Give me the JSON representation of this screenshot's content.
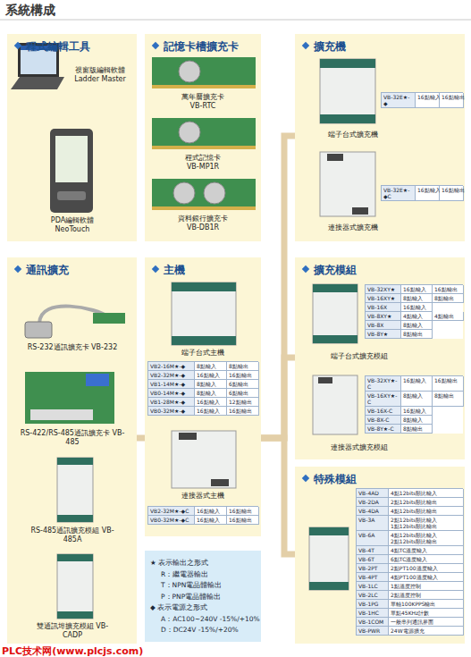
{
  "diagram": {
    "title": "系統構成",
    "nodes": [
      {
        "text": [
          "程式編輯工具"
        ]
      },
      {
        "text": [
          "視窗版編輯軟體 Ladder Master"
        ],
        "in": 0
      },
      {
        "text": [
          "PDA編輯軟體 NeoTouch"
        ],
        "in": 0
      },
      {
        "text": [
          "記憶卡槽擴充卡"
        ]
      },
      {
        "text": [
          "萬年曆擴充卡 VB-RTC"
        ],
        "in": 3
      },
      {
        "text": [
          "程式記憶卡 VB-MP1R"
        ],
        "in": 3
      },
      {
        "text": [
          "資料銀行擴充卡 VB-DB1R"
        ],
        "in": 3
      },
      {
        "text": [
          "擴充機"
        ]
      },
      {
        "text": [
          "端子台式擴充機"
        ],
        "in": 7
      },
      {
        "text": [
          "VB-32E★-◆",
          "16點輸入",
          "16點輸出"
        ],
        "in": 8
      },
      {
        "text": [
          "連接器式擴充機"
        ],
        "in": 7
      },
      {
        "text": [
          "VB-32E★-◆C",
          "16點輸入",
          "16點輸出"
        ],
        "in": 10
      },
      {
        "text": [
          "通訊擴充"
        ]
      },
      {
        "text": [
          "RS-232通訊擴充卡 VB-232"
        ],
        "in": 12
      },
      {
        "text": [
          "RS-422/RS-485通訊擴充卡 VB-485"
        ],
        "in": 12
      },
      {
        "text": [
          "RS-485通訊擴充模組 VB-485A"
        ],
        "in": 12
      },
      {
        "text": [
          "雙通訊埠擴充模組 VB-CADP"
        ],
        "in": 12
      },
      {
        "text": [
          "主機"
        ]
      },
      {
        "text": [
          "端子台式主機"
        ],
        "in": 17
      },
      {
        "text": [
          "VB2-16M★-◆",
          "8點輸入",
          "8點輸出",
          "VB2-32M★-◆",
          "16點輸入",
          "16點輸出",
          "VB1-14M★-◆",
          "8點輸入",
          "6點輸出",
          "VB0-14M★-◆",
          "8點輸入",
          "6點輸出",
          "VB1-28M★-◆",
          "16點輸入",
          "12點輸出",
          "VB0-32M★-◆",
          "16點輸入",
          "16點輸出"
        ],
        "in": 18
      },
      {
        "text": [
          "連接器式主機"
        ],
        "in": 17
      },
      {
        "text": [
          "VB2-32M★-◆C",
          "16點輸入",
          "16點輸出",
          "VB0-32M★-◆C",
          "16點輸入",
          "16點輸出"
        ],
        "in": 20
      },
      {
        "text": [
          "★ 表示輸出之形式",
          "R：繼電器輸出",
          "T：NPN電晶體輸出",
          "P：PNP電晶體輸出",
          "◆ 表示電源之形式",
          "A：AC100~240V -15%/+10%",
          "D：DC24V -15%/+20%"
        ]
      },
      {
        "text": [
          "擴充模組"
        ]
      },
      {
        "text": [
          "端子台式擴充模組"
        ],
        "in": 23
      },
      {
        "text": [
          "VB-32XY★",
          "16點輸入",
          "16點輸出",
          "VB-16XY★",
          "8點輸入",
          "8點輸出",
          "VB-16X",
          "16點輸入",
          "VB-8XY★",
          "4點輸入",
          "4點輸出",
          "VB-8X",
          "8點輸入",
          "VB-8Y★",
          "8點輸出"
        ],
        "in": 24
      },
      {
        "text": [
          "連接器式擴充模組"
        ],
        "in": 23
      },
      {
        "text": [
          "VB-32XY★-C",
          "16點輸入",
          "16點輸出",
          "VB-16XY★-C",
          "8點輸入",
          "8點輸出",
          "VB-16X-C",
          "16點輸入",
          "VB-8X-C",
          "8點輸入",
          "VB-8Y★-C",
          "8點輸出"
        ],
        "in": 26
      },
      {
        "text": [
          "特殊模組"
        ]
      },
      {
        "text": [
          "VB-4AD",
          "4點12bits類比輸入",
          "VB-2DA",
          "2點12bits類比輸出",
          "VB-4DA",
          "4點12bits類比輸出",
          "VB-3A",
          "2點12bits類比輸入 1點12bits類比輸出",
          "VB-6A",
          "4點12bits類比輸入 2點12bits類比輸出",
          "VB-4T",
          "4點TC溫度輸入",
          "VB-6T",
          "6點TC溫度輸入",
          "VB-2PT",
          "2點PT100溫度輸入",
          "VB-4PT",
          "4點PT100溫度輸入",
          "VB-1LC",
          "1點溫度控制",
          "VB-2LC",
          "2點溫度控制",
          "VB-1PG",
          "單軸100KPPS輸出",
          "VB-1HC",
          "單點45KHz計數",
          "VB-1COM",
          "一般串列通訊界面",
          "VB-PWR",
          "24W電源擴充"
        ],
        "in": 28
      }
    ],
    "edges": [
      {
        "from": 17,
        "to": 12,
        "arrow": "none"
      },
      {
        "from": 17,
        "to": 7,
        "arrow": "none"
      },
      {
        "from": 17,
        "to": 23,
        "arrow": "none"
      },
      {
        "from": 17,
        "to": 28,
        "arrow": "none"
      }
    ],
    "labels": [
      "PLC技术网(www.plcjs.com)"
    ]
  }
}
